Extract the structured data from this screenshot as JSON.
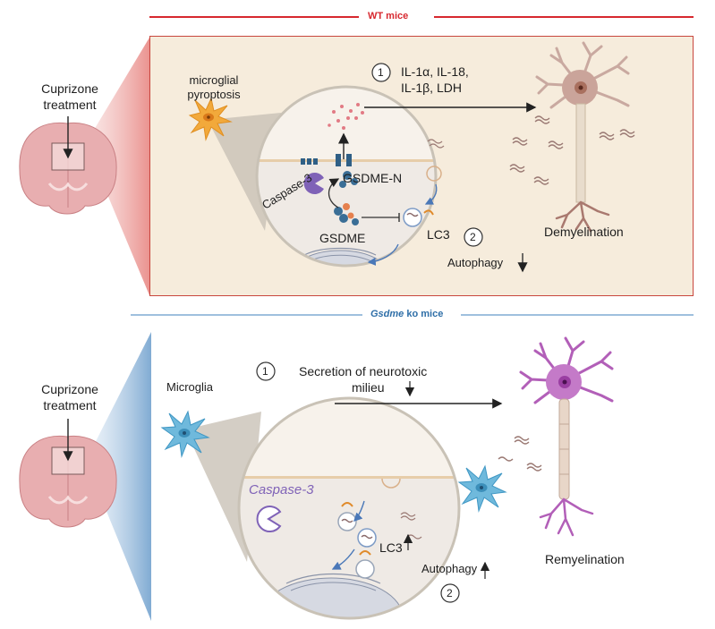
{
  "wt": {
    "header": "WT mice",
    "treatment": "Cuprizone treatment",
    "cell_label": "microglial pyroptosis",
    "step1": "1",
    "cytokines_line1": "IL-1α, IL-18,",
    "cytokines_line2": "IL-1β, LDH",
    "caspase": "Caspase-3",
    "gsdme_n": "GSDME-N",
    "gsdme": "GSDME",
    "lc3": "LC3",
    "step2": "2",
    "autophagy": "Autophagy",
    "outcome": "Demyelination"
  },
  "ko": {
    "header_gene": "Gsdme",
    "header_rest": " ko mice",
    "treatment": "Cuprizone treatment",
    "cell_label": "Microglia",
    "step1": "1",
    "secretion_line1": "Secretion of neurotoxic",
    "secretion_line2": "milieu",
    "caspase": "Caspase-3",
    "lc3": "LC3",
    "autophagy": "Autophagy",
    "step2": "2",
    "outcome": "Remyelination"
  },
  "colors": {
    "wt_accent": "#d7282f",
    "ko_accent": "#2f6fa8",
    "wt_panel": "#f6ecdc",
    "ko_panel": "#fbf8f3",
    "neuron_wt": "#c9a9a0",
    "neuron_ko": "#b25fb8",
    "microglia_wt": "#f2a93b",
    "microglia_ko": "#6fb9dc"
  },
  "icons": [
    "brain-icon",
    "microglia-icon",
    "neuron-icon",
    "pacman-caspase-icon",
    "gsdme-pore-icon",
    "autophagosome-icon",
    "myelin-debris-icon",
    "down-arrow-icon",
    "up-arrow-icon"
  ]
}
